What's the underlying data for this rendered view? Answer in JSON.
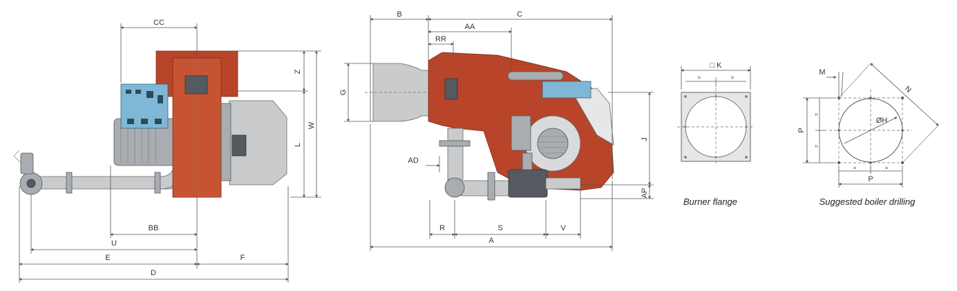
{
  "side_view": {
    "labels": {
      "cc": "CC",
      "z": "Z",
      "w": "W",
      "l": "L",
      "bb": "BB",
      "u": "U",
      "e": "E",
      "f": "F",
      "d": "D"
    }
  },
  "front_view": {
    "labels": {
      "b": "B",
      "c": "C",
      "aa": "AA",
      "rr": "RR",
      "g": "G",
      "j": "J",
      "ad": "AD",
      "ap": "AP",
      "r": "R",
      "s": "S",
      "v": "V",
      "a": "A"
    }
  },
  "burner_flange": {
    "caption": "Burner flange",
    "k_label": "□ K",
    "eq": "="
  },
  "boiler_drilling": {
    "caption": "Suggested boiler drilling",
    "m_label": "M",
    "n_label": "N",
    "p_label": "P",
    "h_label": "ØH",
    "eq": "="
  },
  "colors": {
    "body_red": "#b8452a",
    "panel_blue": "#7fb7d6",
    "steel_grey": "#c9cbcd"
  }
}
